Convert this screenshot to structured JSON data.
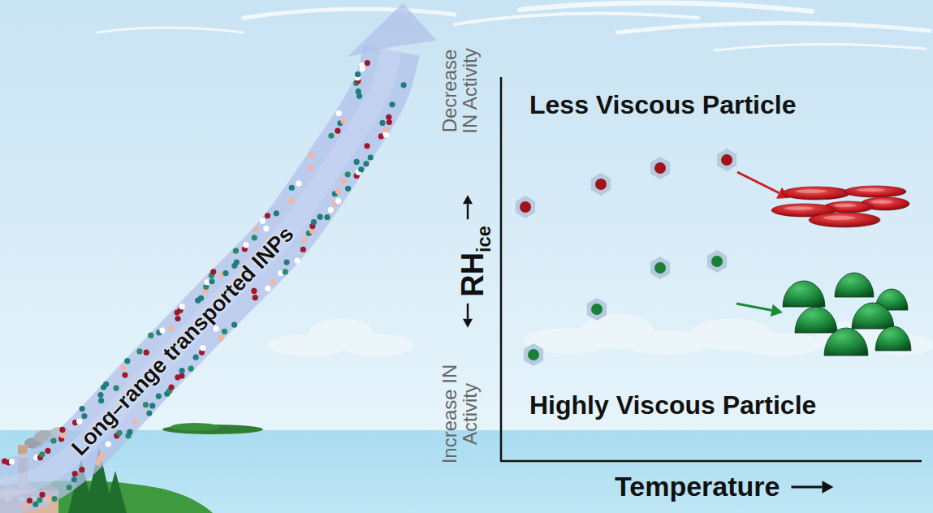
{
  "diagram": {
    "labels": [
      "Long–range transported INPs",
      "Decrease IN Activity",
      "RHice",
      "Increase IN Activity",
      "Less Viscous Particle",
      "Highly Viscous Particle",
      "Temperature"
    ]
  }
}
